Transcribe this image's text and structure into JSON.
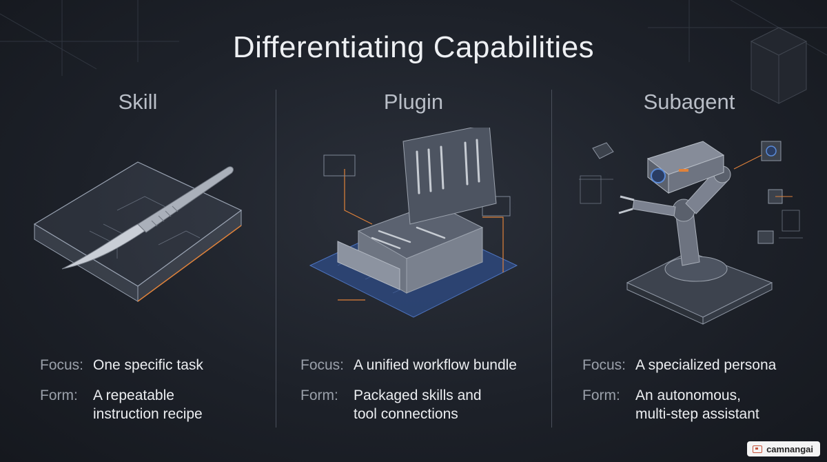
{
  "title": "Differentiating Capabilities",
  "columns": [
    {
      "name": "Skill",
      "focus_label": "Focus:",
      "focus": "One specific task",
      "form_label": "Form:",
      "form_line1": "A repeatable",
      "form_line2": "instruction recipe",
      "icon": "scalpel-icon"
    },
    {
      "name": "Plugin",
      "focus_label": "Focus:",
      "focus": "A unified workflow bundle",
      "form_label": "Form:",
      "form_line1": "Packaged skills and",
      "form_line2": "tool connections",
      "icon": "toolbox-icon"
    },
    {
      "name": "Subagent",
      "focus_label": "Focus:",
      "focus": "A specialized persona",
      "form_label": "Form:",
      "form_line1": "An autonomous,",
      "form_line2": "multi-step assistant",
      "icon": "robot-arm-icon"
    }
  ],
  "watermark": "camnangai",
  "colors": {
    "background": "#1d2129",
    "accent_orange": "#e0823a",
    "accent_blue": "#3a5fa8"
  }
}
